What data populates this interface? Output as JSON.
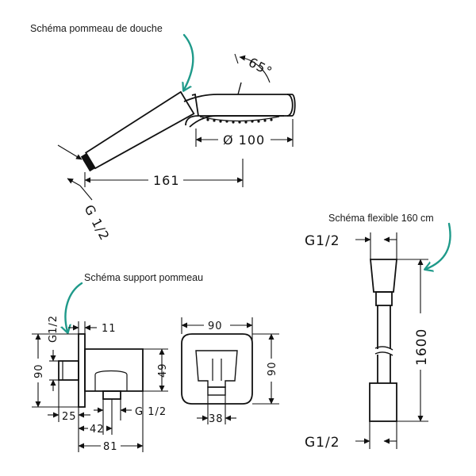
{
  "captions": {
    "shower_head": "Schéma pommeau de douche",
    "flex_hose": "Schéma flexible 160 cm",
    "support": "Schéma support pommeau"
  },
  "shower_head": {
    "angle": "65°",
    "diameter": "Ø 100",
    "length": "161",
    "thread": "G 1/2"
  },
  "hose": {
    "thread_top": "G1/2",
    "thread_bottom": "G1/2",
    "length": "1600"
  },
  "support": {
    "thread_vertical": "G1/2",
    "height_outer": "90",
    "offset": "11",
    "inner_height": "49",
    "base": "25",
    "outlet": "42",
    "depth": "81",
    "thread_outlet": "G 1/2",
    "front_width": "90",
    "front_height": "90",
    "slot_width": "38"
  },
  "colors": {
    "arrow": "#1f9a8a",
    "line": "#111111"
  }
}
